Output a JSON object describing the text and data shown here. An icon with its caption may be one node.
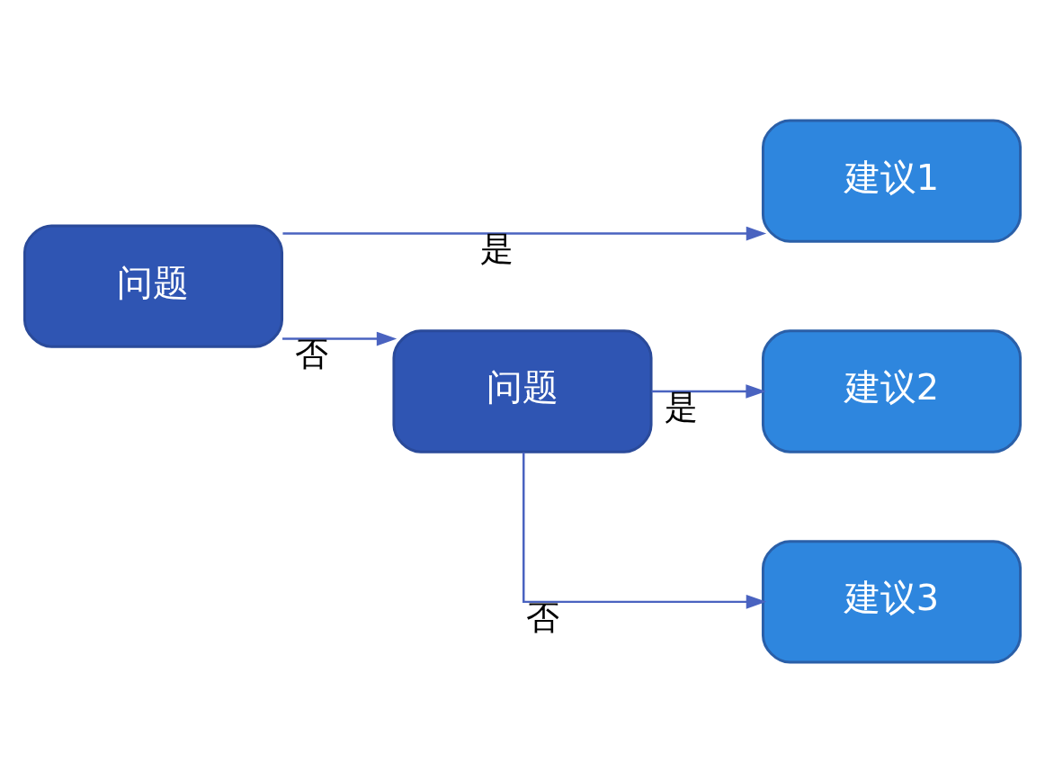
{
  "diagram": {
    "nodes": [
      {
        "text": [
          "问题"
        ]
      },
      {
        "text": [
          "建议1"
        ]
      },
      {
        "text": [
          "问题"
        ]
      },
      {
        "text": [
          "建议2"
        ]
      },
      {
        "text": [
          "建议3"
        ]
      }
    ],
    "edges": [
      {
        "from": 0,
        "to": 1,
        "arrow": "to",
        "label": "是"
      },
      {
        "from": 0,
        "to": 2,
        "arrow": "to",
        "label": "否"
      },
      {
        "from": 2,
        "to": 3,
        "arrow": "to",
        "label": "是"
      },
      {
        "from": 2,
        "to": 4,
        "arrow": "to",
        "label": "否"
      }
    ]
  }
}
